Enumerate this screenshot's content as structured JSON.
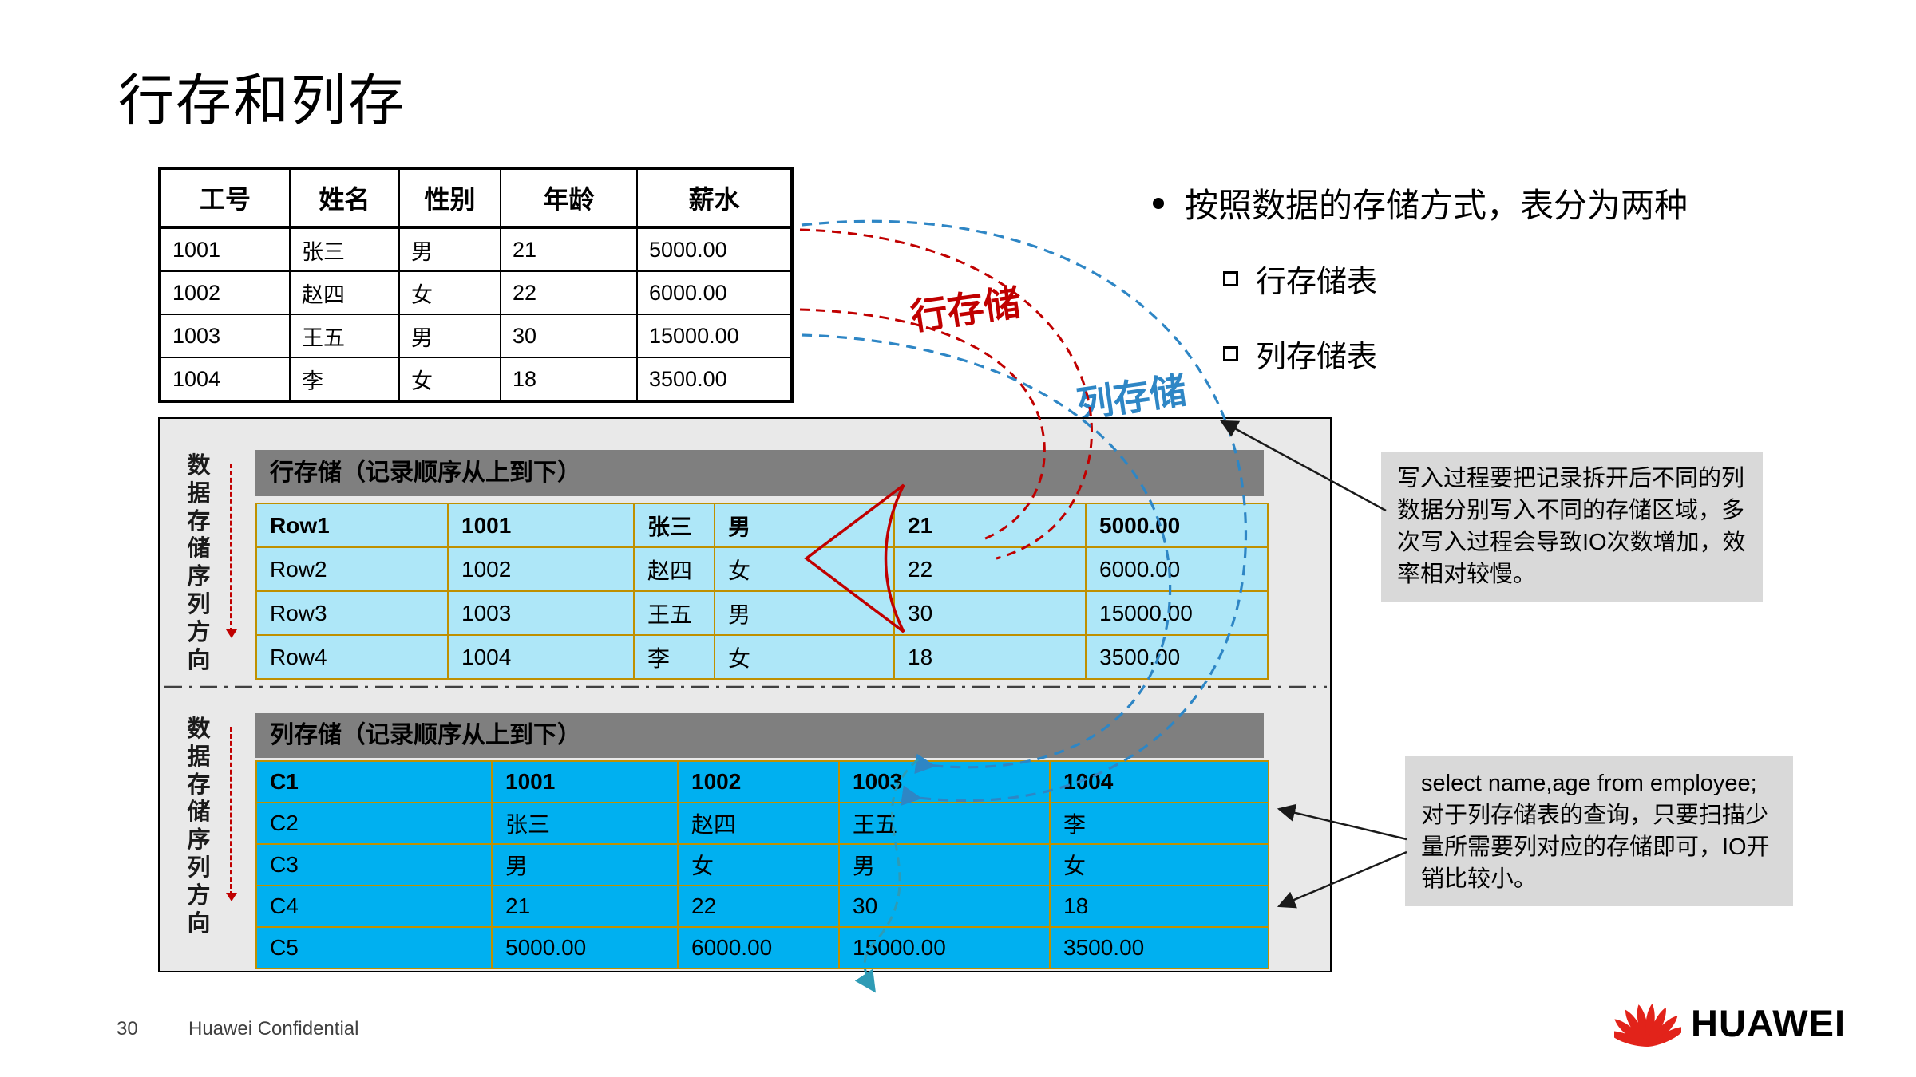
{
  "slide": {
    "title": "行存和列存",
    "page_number": "30",
    "footer": "Huawei Confidential",
    "logo_text": "HUAWEI"
  },
  "top_table": {
    "headers": [
      "工号",
      "姓名",
      "性别",
      "年龄",
      "薪水"
    ],
    "rows": [
      [
        "1001",
        "张三",
        "男",
        "21",
        "5000.00"
      ],
      [
        "1002",
        "赵四",
        "女",
        "22",
        "6000.00"
      ],
      [
        "1003",
        "王五",
        "男",
        "30",
        "15000.00"
      ],
      [
        "1004",
        "李",
        "女",
        "18",
        "3500.00"
      ]
    ]
  },
  "bullets": {
    "main": "按照数据的存储方式，表分为两种",
    "sub": [
      "行存储表",
      "列存储表"
    ]
  },
  "labels": {
    "row_store": "行存储",
    "col_store": "列存储",
    "direction": "数据存储序列方向"
  },
  "row_panel": {
    "header": "行存储（记录顺序从上到下）",
    "rows": [
      [
        "Row1",
        "1001",
        "张三",
        "男",
        "21",
        "5000.00"
      ],
      [
        "Row2",
        "1002",
        "赵四",
        "女",
        "22",
        "6000.00"
      ],
      [
        "Row3",
        "1003",
        "王五",
        "男",
        "30",
        "15000.00"
      ],
      [
        "Row4",
        "1004",
        "李",
        "女",
        "18",
        "3500.00"
      ]
    ]
  },
  "col_panel": {
    "header": "列存储（记录顺序从上到下）",
    "rows": [
      [
        "C1",
        "1001",
        "1002",
        "1003",
        "1004"
      ],
      [
        "C2",
        "张三",
        "赵四",
        "王五",
        "李"
      ],
      [
        "C3",
        "男",
        "女",
        "男",
        "女"
      ],
      [
        "C4",
        "21",
        "22",
        "30",
        "18"
      ],
      [
        "C5",
        "5000.00",
        "6000.00",
        "15000.00",
        "3500.00"
      ]
    ]
  },
  "annotations": {
    "write_note": "写入过程要把记录拆开后不同的列数据分别写入不同的存储区域，多次写入过程会导致IO次数增加，效率相对较慢。",
    "query_sql": "select name,age from employee;",
    "query_note": "对于列存储表的查询，只要扫描少量所需要列对应的存储即可，IO开销比较小。"
  },
  "colors": {
    "red_accent": "#c00000",
    "blue_accent": "#2e86c5",
    "row_cell_bg": "#aee7f8",
    "col_cell_bg": "#00b0f0",
    "gold_border": "#bf9000",
    "gray_bar": "#7f7f7f",
    "panel_bg": "#e9e9e9",
    "note_bg": "#d9d9d9",
    "huawei_red": "#e2231a"
  }
}
